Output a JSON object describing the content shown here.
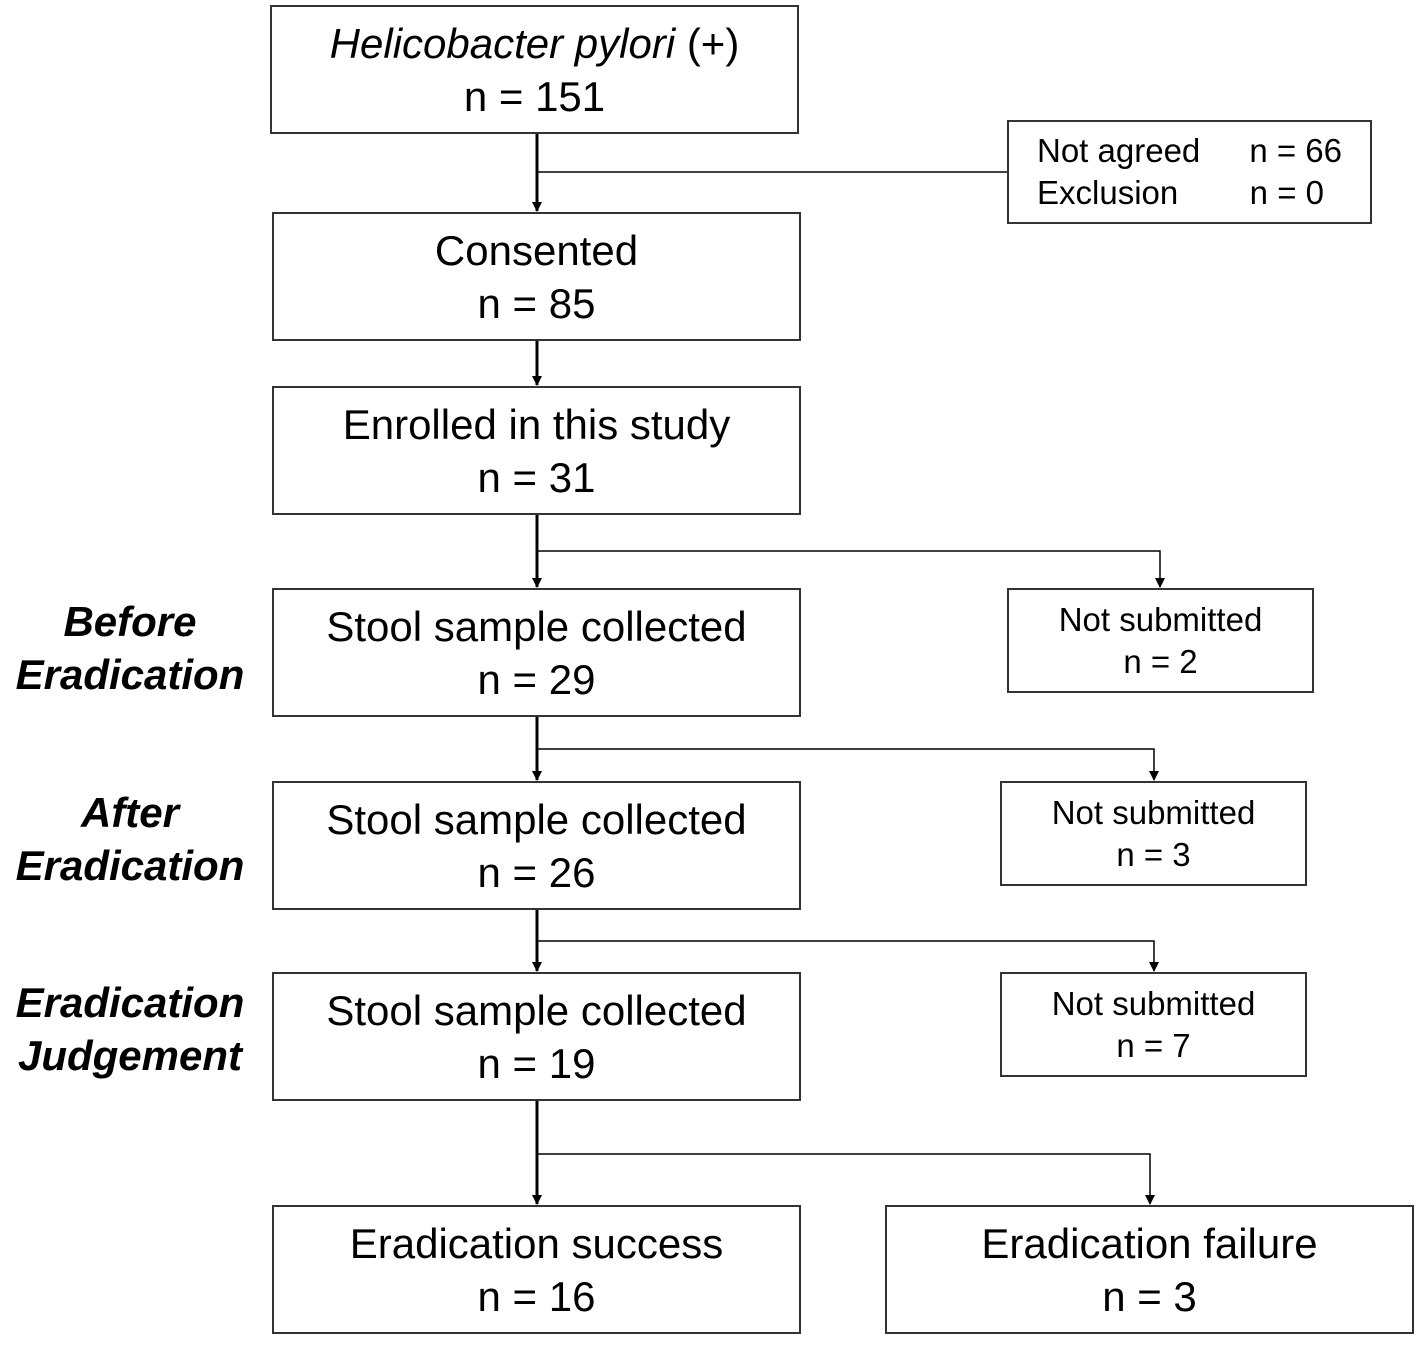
{
  "flowchart": {
    "start": {
      "title_italic": "Helicobacter pylori",
      "title_suffix": " (+)",
      "count": "n = 151"
    },
    "exclusion": {
      "rows": [
        {
          "label": "Not agreed",
          "count": "n = 66"
        },
        {
          "label": "Exclusion",
          "count": "n = 0"
        }
      ]
    },
    "consented": {
      "title": "Consented",
      "count": "n = 85"
    },
    "enrolled": {
      "title": "Enrolled in this study",
      "count": "n = 31"
    },
    "before": {
      "phase_lines": [
        "Before",
        "Eradication"
      ],
      "title": "Stool sample collected",
      "count": "n = 29",
      "side_title": "Not submitted",
      "side_count": "n = 2"
    },
    "after": {
      "phase_lines": [
        "After",
        "Eradication"
      ],
      "title": "Stool sample collected",
      "count": "n = 26",
      "side_title": "Not submitted",
      "side_count": "n = 3"
    },
    "judgement": {
      "phase_lines": [
        "Eradication",
        "Judgement"
      ],
      "title": "Stool sample collected",
      "count": "n = 19",
      "side_title": "Not submitted",
      "side_count": "n = 7"
    },
    "success": {
      "title": "Eradication success",
      "count": "n = 16"
    },
    "failure": {
      "title": "Eradication failure",
      "count": "n = 3"
    }
  }
}
